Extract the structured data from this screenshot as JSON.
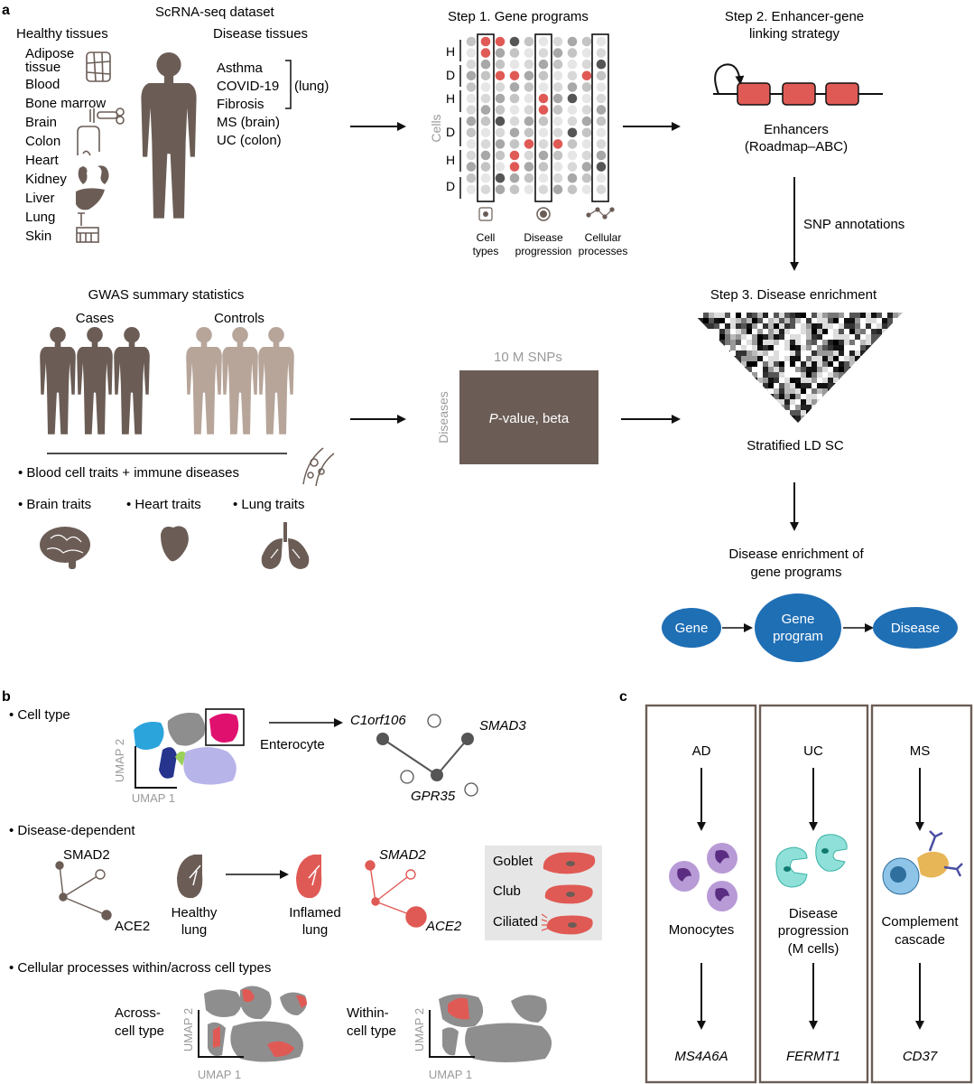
{
  "panel_a": {
    "label": "a",
    "scrna": {
      "title": "ScRNA-seq dataset",
      "healthy_header": "Healthy tissues",
      "healthy": [
        "Adipose",
        "tissue",
        "Blood",
        "Bone marrow",
        "Brain",
        "Colon",
        "Heart",
        "Kidney",
        "Liver",
        "Lung",
        "Skin"
      ],
      "disease_header": "Disease tissues",
      "disease": [
        "Asthma",
        "COVID-19",
        "Fibrosis",
        "MS (brain)",
        "UC (colon)"
      ],
      "lung_group": "(lung)"
    },
    "step1": {
      "title": "Step 1. Gene programs",
      "cells_label": "Cells",
      "row_labels": [
        "H",
        "D",
        "H",
        "D",
        "H",
        "D"
      ],
      "bottom_labels": [
        "Cell",
        "types",
        "Disease",
        "progression",
        "Cellular",
        "processes"
      ]
    },
    "step2": {
      "title_line1": "Step 2. Enhancer-gene",
      "title_line2": "linking strategy",
      "enh_line1": "Enhancers",
      "enh_line2": "(Roadmap–ABC)",
      "snp": "SNP annotations"
    },
    "gwas": {
      "title": "GWAS summary statistics",
      "cases": "Cases",
      "controls": "Controls",
      "traits": [
        "• Blood cell traits + immune diseases",
        "• Brain traits",
        "• Heart traits",
        "• Lung traits"
      ]
    },
    "matrix": {
      "top": "10 M SNPs",
      "side": "Diseases",
      "center_italic": "P",
      "center_rest": "-value, beta"
    },
    "step3": {
      "title": "Step 3. Disease enrichment",
      "ldsc": "Stratified LD SC",
      "result_line1": "Disease enrichment of",
      "result_line2": "gene programs",
      "gene": "Gene",
      "program_line1": "Gene",
      "program_line2": "program",
      "disease": "Disease"
    }
  },
  "panel_b": {
    "label": "b",
    "cell_type": "• Cell type",
    "umap1": "UMAP 1",
    "umap2": "UMAP 2",
    "enterocyte": "Enterocyte",
    "genes1": [
      "C1orf106",
      "SMAD3",
      "GPR35"
    ],
    "disease_dependent": "• Disease-dependent",
    "smad2": "SMAD2",
    "ace2": "ACE2",
    "healthy_lung": [
      "Healthy",
      "lung"
    ],
    "inflamed_lung": [
      "Inflamed",
      "lung"
    ],
    "cells": [
      "Goblet",
      "Club",
      "Ciliated"
    ],
    "processes": "• Cellular processes within/across cell types",
    "across": [
      "Across-",
      "cell type"
    ],
    "within": [
      "Within-",
      "cell type"
    ]
  },
  "panel_c": {
    "label": "c",
    "columns": [
      {
        "disease": "AD",
        "mid": [
          "Monocytes"
        ],
        "gene": "MS4A6A"
      },
      {
        "disease": "UC",
        "mid": [
          "Disease",
          "progression",
          "(M cells)"
        ],
        "gene": "FERMT1"
      },
      {
        "disease": "MS",
        "mid": [
          "Complement",
          "cascade"
        ],
        "gene": "CD37"
      }
    ]
  },
  "colors": {
    "figure_brown": "#6b5d56",
    "control_brown": "#b7a59a",
    "accent_red": "#e05a55",
    "blue": "#1f6fb5",
    "gray": "#9a9a9a"
  }
}
